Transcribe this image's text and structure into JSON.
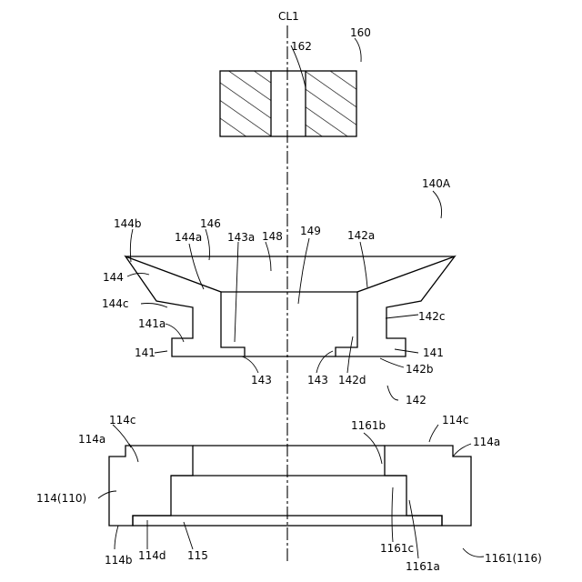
{
  "figure": {
    "centerline": "CL1",
    "labels": {
      "l160": "160",
      "l162": "162",
      "l140A": "140A",
      "l144b": "144b",
      "l146": "146",
      "l144a": "144a",
      "l143a": "143a",
      "l148": "148",
      "l149": "149",
      "l142a": "142a",
      "l144": "144",
      "l144c": "144c",
      "l141a": "141a",
      "l142c": "142c",
      "l141L": "141",
      "l141R": "141",
      "l143L": "143",
      "l143R": "143",
      "l142d": "142d",
      "l142b": "142b",
      "l142": "142",
      "l114cL": "114c",
      "l114cR": "114c",
      "l1161b": "1161b",
      "l114aL": "114a",
      "l114aR": "114a",
      "l114_110": "114(110)",
      "l114b": "114b",
      "l114d": "114d",
      "l115": "115",
      "l1161c": "1161c",
      "l1161a": "1161a",
      "l1161_116": "1161(116)"
    }
  }
}
